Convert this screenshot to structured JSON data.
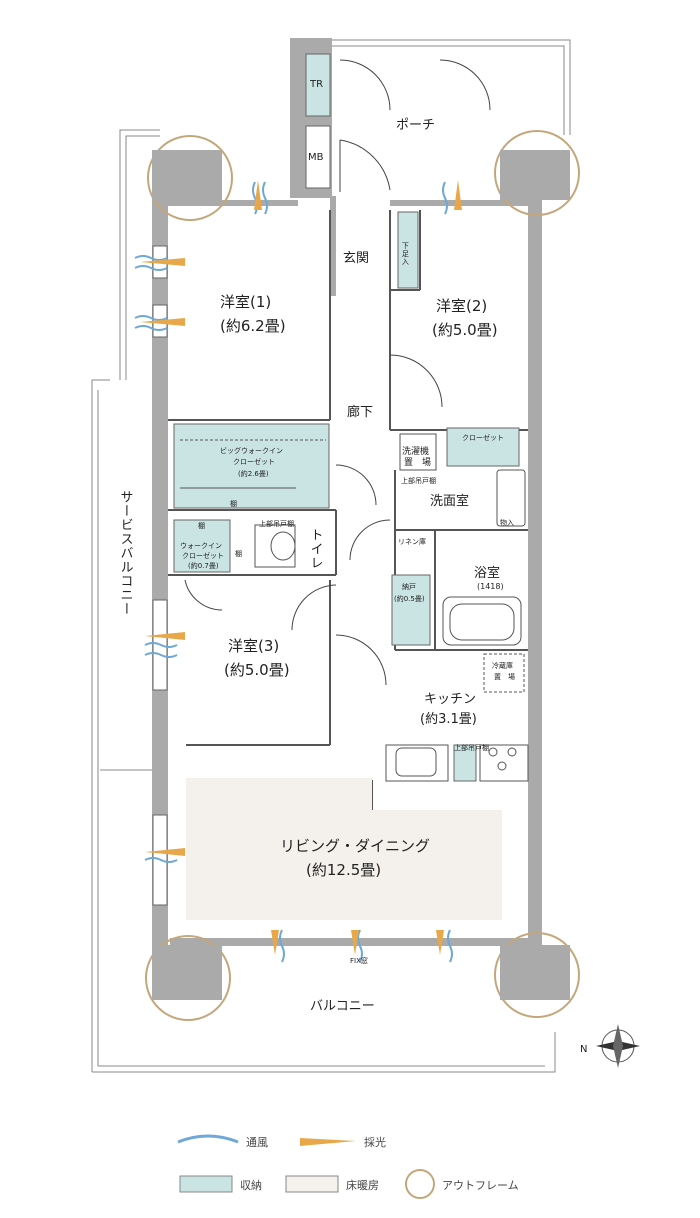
{
  "rooms": {
    "porch": "ポーチ",
    "tr": "TR",
    "mb": "MB",
    "entrance": "玄関",
    "shoe": "下足入",
    "western1": "洋室(1)",
    "western1_area": "(約6.2畳)",
    "western2": "洋室(2)",
    "western2_area": "(約5.0畳)",
    "hallway": "廊下",
    "big_wic": "ビッグウォークイン",
    "big_wic_2": "クローゼット",
    "big_wic_area": "(約2.6畳)",
    "shelf": "棚",
    "wic": "ウォークイン",
    "wic_2": "クローゼット",
    "wic_area": "(約0.7畳)",
    "upper_cabinet": "上部吊戸棚",
    "toilet": "トイレ",
    "closet": "クローゼット",
    "washer_area": "洗濯機",
    "washer_area_2": "置　場",
    "upper_cabinet2": "上部吊戸棚",
    "washroom": "洗面室",
    "storage_item": "物入",
    "linen": "リネン庫",
    "bath": "浴室",
    "bath_size": "(1418)",
    "storeroom": "納戸",
    "storeroom_area": "(約0.5畳)",
    "western3": "洋室(3)",
    "western3_area": "(約5.0畳)",
    "fridge": "冷蔵庫",
    "fridge_2": "置　場",
    "kitchen": "キッチン",
    "kitchen_area": "(約3.1畳)",
    "kitchen_cabinet": "上部吊戸棚",
    "living": "リビング・ダイニング",
    "living_area": "(約12.5畳)",
    "fix_window": "FIX窓",
    "service_balcony": "サービスバルコニー",
    "balcony": "バルコニー",
    "north": "N"
  },
  "legend": {
    "ventilation": "通風",
    "daylight": "採光",
    "storage": "収納",
    "floor_heating": "床暖房",
    "outframe": "アウトフレーム"
  },
  "colors": {
    "storage": "#c9e4e2",
    "floor_heating": "#f4f1ec",
    "outframe": "#c3a77a",
    "wall": "#aaaaaa",
    "wind": "#6fa8d6",
    "light": "#e8a84a"
  }
}
